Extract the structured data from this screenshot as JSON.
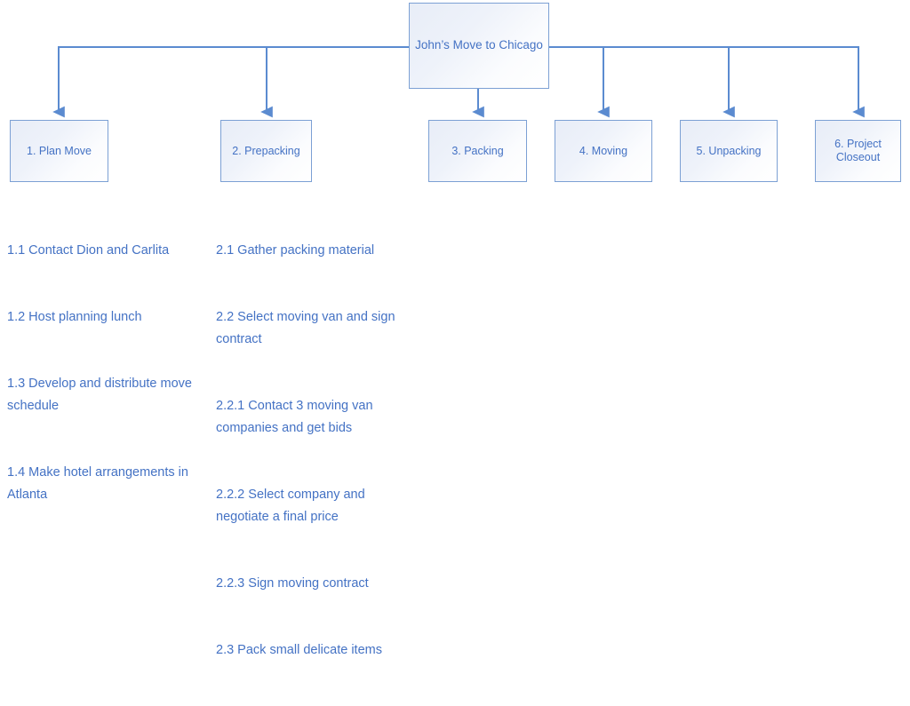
{
  "diagram": {
    "type": "work-breakdown-structure",
    "colors": {
      "line": "#5B8BD0",
      "box_border": "#7CA0D4",
      "text": "#4472C4",
      "box_fill_light": "#ffffff",
      "box_fill_shade": "#e8edf7",
      "background": "#ffffff"
    },
    "root": {
      "label": "John’s Move to Chicago"
    },
    "level2": [
      {
        "id": "1",
        "label": "1. Plan Move"
      },
      {
        "id": "2",
        "label": "2. Prepacking"
      },
      {
        "id": "3",
        "label": "3. Packing"
      },
      {
        "id": "4",
        "label": "4. Moving"
      },
      {
        "id": "5",
        "label": "5. Unpacking"
      },
      {
        "id": "6",
        "label": "6. Project\nCloseout"
      }
    ],
    "sublists": [
      {
        "parent": "1. Plan Move",
        "items": [
          "1.1 Contact Dion and Carlita",
          "1.2 Host planning lunch",
          "1.3 Develop and distribute move schedule",
          "1.4 Make hotel arrangements in Atlanta"
        ]
      },
      {
        "parent": "2. Prepacking",
        "items": [
          "2.1 Gather packing material",
          "2.2 Select moving van and sign contract",
          "2.2.1 Contact 3 moving van companies and get bids",
          "2.2.2 Select company and negotiate a final price",
          "2.2.3 Sign moving contract",
          "2.3 Pack small delicate items"
        ]
      }
    ]
  }
}
